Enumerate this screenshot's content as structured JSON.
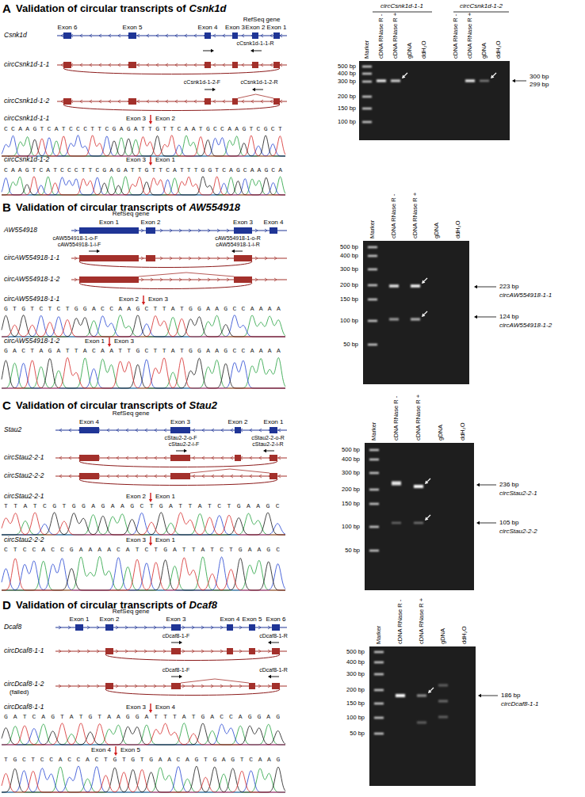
{
  "diagram": {
    "labels": [
      "A",
      "Validation of circular transcripts of",
      "Csnk1d",
      "RefSeq gene",
      "Csnk1d",
      "Exon 6",
      "Exon 5",
      "Exon 4",
      "Exon 3",
      "Exon 2",
      "Exon 1",
      "cCsnk1d-1-1-R",
      "circCsnk1d-1-1",
      "cCsnk1d-1-2-F",
      "cCsnk1d-1-2-R",
      "circCsnk1d-1-2",
      "circCsnk1d-1-1",
      "Exon 3",
      "Exon 2",
      "CCAAGTCATCCCTTCGAGATTGTTCAATGCCAAGTCGCT",
      "circCsnk1d-1-2",
      "Exon 3",
      "Exon 1",
      "CAAGTCATCCCTTCGAGATTGTTCATTTGGTCAGCAAGCA",
      "circCsnk1d-1-1",
      "circCsnk1d-1-2",
      "Marker",
      "cDNA RNase R -",
      "cDNA RNase R +",
      "gDNA",
      "ddH₂O",
      "cDNA RNase R -",
      "cDNA RNase R +",
      "gDNA",
      "ddH₂O",
      "500 bp",
      "400 bp",
      "300 bp",
      "200 bp",
      "150 bp",
      "100 bp",
      "300 bp",
      "299 bp",
      "B",
      "Validation of circular transcripts of",
      "AW554918",
      "RefSeq gene",
      "AW554918",
      "Exon 1",
      "Exon 2",
      "Exon 3",
      "Exon 4",
      "cAW554918-1-o-F",
      "cAW554918-1-i-F",
      "cAW554918-1-o-R",
      "cAW554918-1-i-R",
      "circAW554918-1-1",
      "circAW554918-1-2",
      "circAW554918-1-1",
      "Exon 2",
      "Exon 3",
      "GTGTCTCTGGACCAAGCTTATGGAAGCCAAAA",
      "circAW554918-1-2",
      "Exon 1",
      "Exon 3",
      "GACTAGATTACAATTGCTTATGGAAGCCAAAA",
      "Marker",
      "cDNA RNase R -",
      "cDNA RNase R +",
      "gDNA",
      "ddH₂O",
      "500 bp",
      "400 bp",
      "300 bp",
      "200 bp",
      "150 bp",
      "100 bp",
      "50 bp",
      "223 bp",
      "circAW554918-1-1",
      "124 bp",
      "circAW554918-1-2",
      "C",
      "Validation of circular transcripts of",
      "Stau2",
      "RefSeq gene",
      "Stau2",
      "Exon 4",
      "Exon 3",
      "Exon 2",
      "Exon 1",
      "cStau2-2-o-F",
      "cStau2-2-i-F",
      "cStau2-2-o-R",
      "cStau2-2-i-R",
      "circStau2-2-1",
      "circStau2-2-2",
      "circStau2-2-1",
      "Exon 2",
      "Exon 1",
      "TTATCGTGGAGAAGCTGATTATCTGAAGC",
      "circStau2-2-2",
      "Exon 3",
      "Exon 1",
      "CTCCACCGAAAACATCTGATTATCTGAAGC",
      "Marker",
      "cDNA RNase R -",
      "cDNA RNase R +",
      "gDNA",
      "ddH₂O",
      "500 bp",
      "400 bp",
      "300 bp",
      "200 bp",
      "150 bp",
      "100 bp",
      "50 bp",
      "236 bp",
      "circStau2-2-1",
      "105 bp",
      "circStau2-2-2",
      "D",
      "Validation of circular transcripts of",
      "Dcaf8",
      "RefSeq gene",
      "Dcaf8",
      "Exon 1",
      "Exon 2",
      "Exon 3",
      "Exon 4",
      "Exon 5",
      "Exon 6",
      "cDcaf8-1-F",
      "cDcaf8-1-R",
      "circDcaf8-1-1",
      "cDcaf8-1-F",
      "cDcaf8-1-R",
      "circDcaf8-1-2",
      "(failed)",
      "circDcaf8-1-1",
      "Exon 3",
      "Exon 4",
      "GATCAGTATGTAAGGATTTATGACCAGGAG",
      "Exon 4",
      "Exon 5",
      "TGCTCCACCACTGTGTGAACAGTGAGTCAAG",
      "Marker",
      "cDNA RNase R -",
      "cDNA RNase R +",
      "gDNA",
      "ddH₂O",
      "500 bp",
      "400 bp",
      "300 bp",
      "200 bp",
      "150 bp",
      "100 bp",
      "50 bp",
      "186 bp",
      "circDcaf8-1-1"
    ]
  }
}
